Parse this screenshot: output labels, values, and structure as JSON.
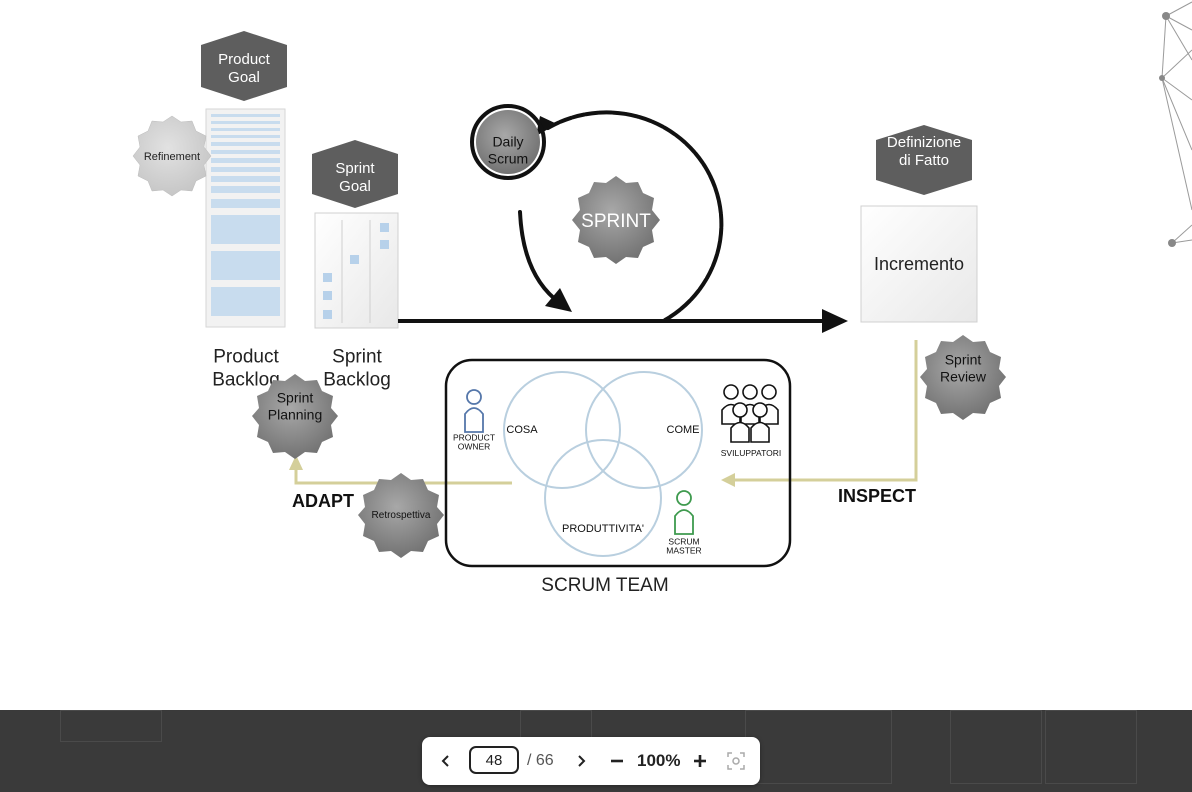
{
  "slide": {
    "product_goal": "Product Goal",
    "refinement": "Refinement",
    "sprint_goal": "Sprint Goal",
    "daily_scrum": "Daily Scrum",
    "sprint": "SPRINT",
    "definition_of_done": "Definizione di Fatto",
    "increment": "Incremento",
    "product_backlog": "Product Backlog",
    "sprint_backlog": "Sprint Backlog",
    "sprint_planning": "Sprint Planning",
    "sprint_review": "Sprint Review",
    "retrospective": "Retrospettiva",
    "adapt": "ADAPT",
    "inspect": "INSPECT",
    "product_owner": "PRODUCT OWNER",
    "cosa": "COSA",
    "come": "COME",
    "developers": "SVILUPPATORI",
    "productivity": "PRODUTTIVITA'",
    "scrum_master": "SCRUM MASTER",
    "scrum_team": "SCRUM TEAM"
  },
  "toolbar": {
    "prev_icon": "chevron-left-icon",
    "current_page": "48",
    "total_pages": "/ 66",
    "next_icon": "chevron-right-icon",
    "zoom_out_icon": "minus-icon",
    "zoom": "100%",
    "zoom_in_icon": "plus-icon",
    "fullscreen_icon": "fullscreen-icon"
  }
}
